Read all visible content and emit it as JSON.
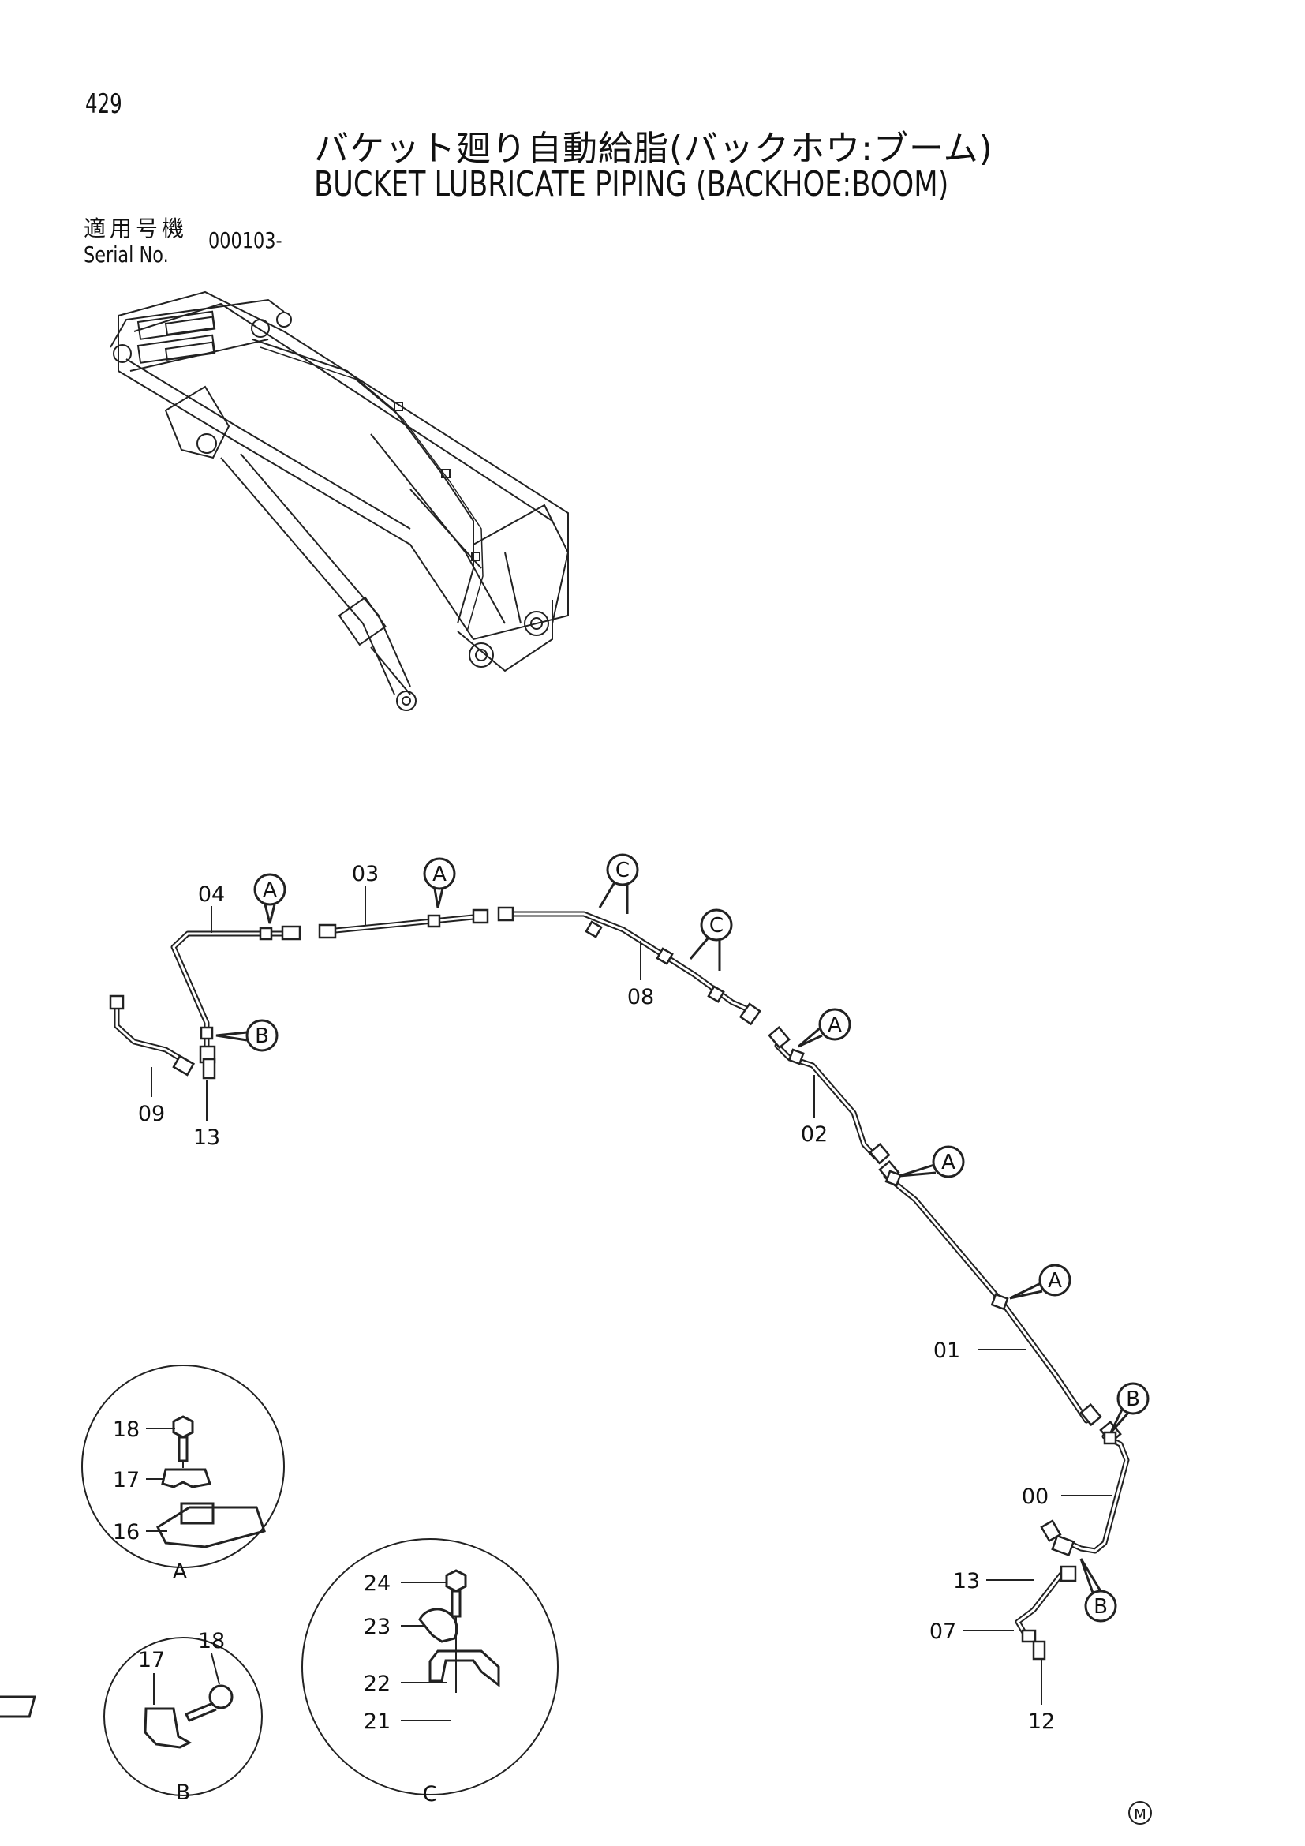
{
  "page": {
    "number": "429"
  },
  "title": {
    "japanese": "バケット廻り自動給脂(バックホウ:ブーム)",
    "english": "BUCKET LUBRICATE PIPING (BACKHOE:BOOM)"
  },
  "serial": {
    "label_jp": "適用号機",
    "label_en": "Serial No.",
    "value": "000103-"
  },
  "parts": {
    "p00": "00",
    "p01": "01",
    "p02": "02",
    "p03": "03",
    "p04": "04",
    "p07": "07",
    "p08": "08",
    "p09": "09",
    "p12": "12",
    "p13a": "13",
    "p13b": "13"
  },
  "callouts": {
    "a1": "A",
    "a2": "A",
    "a3": "A",
    "a4": "A",
    "a5": "A",
    "b1": "B",
    "b2": "B",
    "b3": "B",
    "c1": "C",
    "c2": "C"
  },
  "detail_a": {
    "title": "A",
    "p18": "18",
    "p17": "17",
    "p16": "16"
  },
  "detail_b": {
    "title": "B",
    "p17": "17",
    "p18": "18"
  },
  "detail_c": {
    "title": "C",
    "p24": "24",
    "p23": "23",
    "p22": "22",
    "p21": "21"
  },
  "footer": {
    "mark": "M"
  }
}
